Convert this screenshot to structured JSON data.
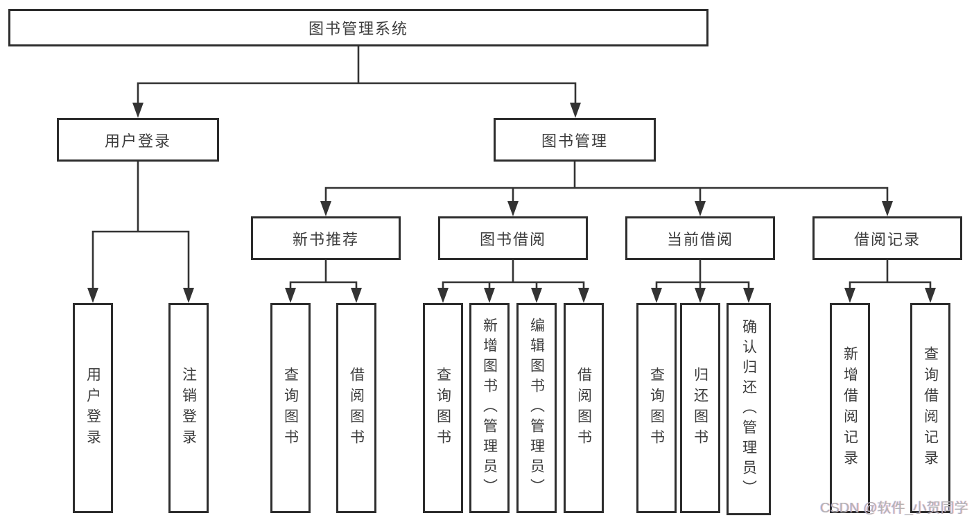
{
  "watermark": "CSDN @软件_小贺同学",
  "colors": {
    "line": "#333333",
    "border": "#2d2d2d",
    "text": "#3d3d3d",
    "watermark": "#b3b3b3",
    "background": "#ffffff"
  },
  "tree": {
    "label": "图书管理系统",
    "children": [
      {
        "label": "用户登录",
        "children": [
          {
            "label": "用户登录"
          },
          {
            "label": "注销登录"
          }
        ]
      },
      {
        "label": "图书管理",
        "children": [
          {
            "label": "新书推荐",
            "children": [
              {
                "label": "查询图书"
              },
              {
                "label": "借阅图书"
              }
            ]
          },
          {
            "label": "图书借阅",
            "children": [
              {
                "label": "查询图书"
              },
              {
                "label": "新增图书（管理员）"
              },
              {
                "label": "编辑图书（管理员）"
              },
              {
                "label": "借阅图书"
              }
            ]
          },
          {
            "label": "当前借阅",
            "children": [
              {
                "label": "查询图书"
              },
              {
                "label": "归还图书"
              },
              {
                "label": "确认归还（管理员）"
              }
            ]
          },
          {
            "label": "借阅记录",
            "children": [
              {
                "label": "新增借阅记录"
              },
              {
                "label": "查询借阅记录"
              }
            ]
          }
        ]
      }
    ]
  }
}
